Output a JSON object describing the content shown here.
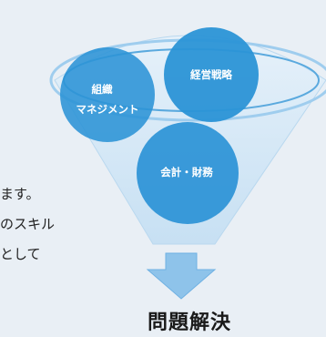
{
  "background_text": [
    "ます。",
    "のスキル",
    "として"
  ],
  "circles": [
    {
      "id": "organization",
      "lines": [
        "組織",
        "マネジメント"
      ]
    },
    {
      "id": "strategy",
      "lines": [
        "経営戦略"
      ]
    },
    {
      "id": "finance",
      "lines": [
        "会計・財務"
      ]
    }
  ],
  "result": "問題解決",
  "colors": {
    "circle": "#2b93d6",
    "circle_light": "#5ab1e6",
    "funnel": "#d6e8f6",
    "funnel_rim": "#8cc4ec",
    "arrow": "#8ec3ea"
  }
}
